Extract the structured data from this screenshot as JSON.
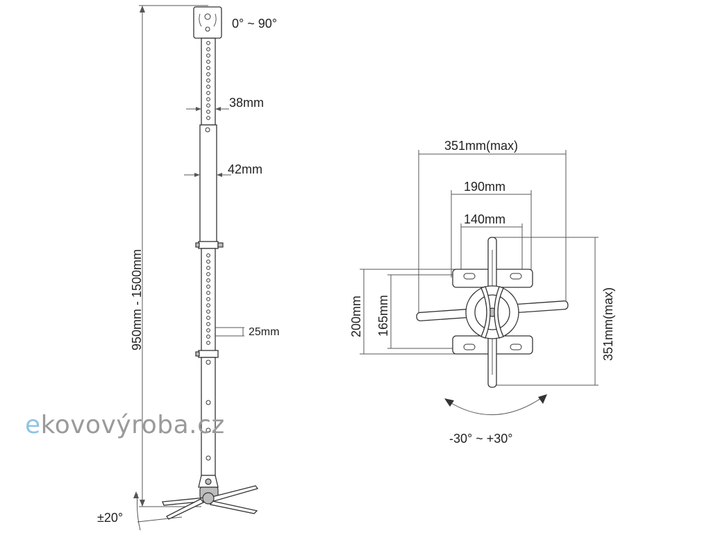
{
  "labels": {
    "tilt_range": "0° ~ 90°",
    "tube_upper_diameter": "38mm",
    "tube_lower_diameter": "42mm",
    "height_range": "950mm - 1500mm",
    "hole_spacing": "25mm",
    "swivel": "±20°",
    "width_max": "351mm(max)",
    "width_mid": "190mm",
    "width_min": "140mm",
    "height_max": "351mm(max)",
    "height_200": "200mm",
    "height_165": "165mm",
    "rotation": "-30° ~ +30°"
  },
  "logo": {
    "prefix": "e",
    "main": "kovovýroba",
    "suffix": ".cz"
  },
  "colors": {
    "logo_prefix": "#8fc3e6",
    "logo_main": "#9a9a9a",
    "logo_suffix": "#9a9a9a",
    "drawing_stroke": "#333333"
  }
}
